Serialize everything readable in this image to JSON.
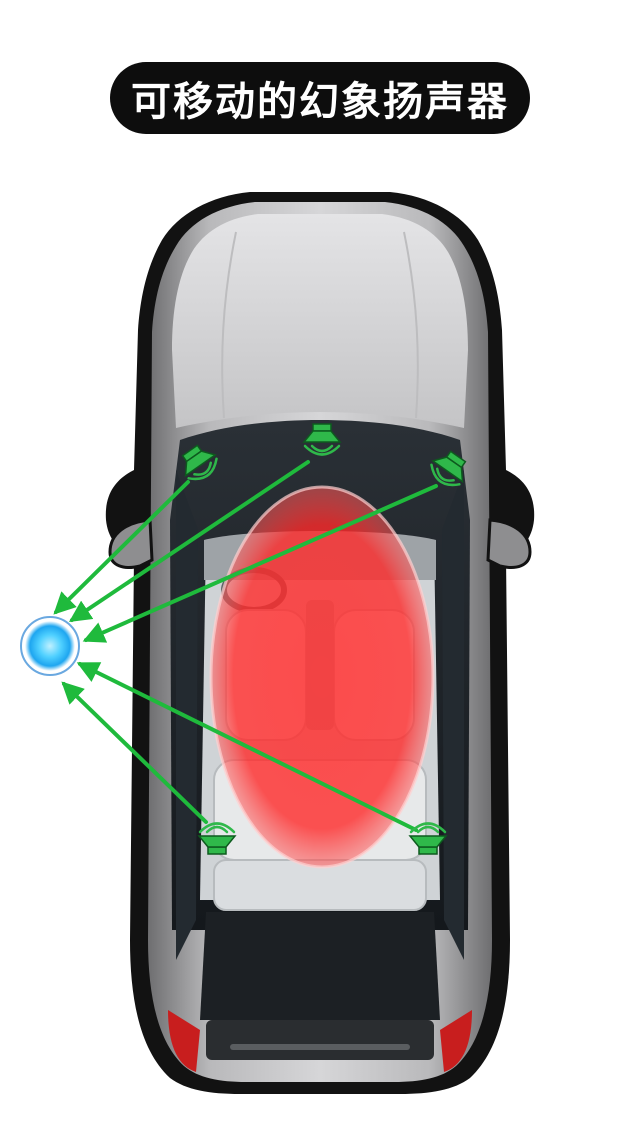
{
  "title": "可移动的幻象扬声器",
  "colors": {
    "title_background": "#0d0d0d",
    "title_text": "#ffffff",
    "car_body": "#a9a9ab",
    "car_glass": "#1f2429",
    "sound_field": "#ff2a2a",
    "speaker": "#2fb84a",
    "arrow": "#1fba3c",
    "phantom_source": "#33bbff"
  },
  "icons": {
    "speaker": "speaker-icon",
    "phantom_source": "phantom-source-icon"
  },
  "speakers": [
    {
      "name": "front-left"
    },
    {
      "name": "front-center"
    },
    {
      "name": "front-right"
    },
    {
      "name": "rear-left"
    },
    {
      "name": "rear-right"
    }
  ]
}
